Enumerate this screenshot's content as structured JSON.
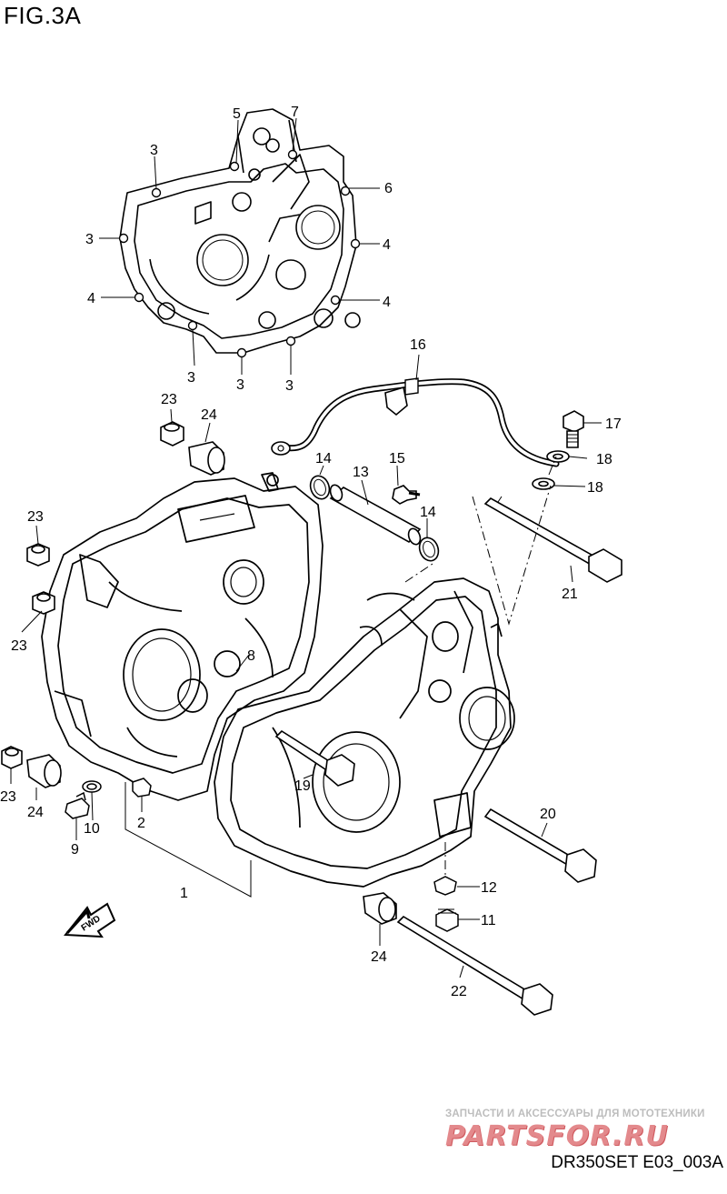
{
  "figure": {
    "title": "FIG.3A",
    "drawing_code": "DR350SET E03_003A"
  },
  "watermark": {
    "tagline": "ЗАПЧАСТИ И АКСЕССУАРЫ ДЛЯ МОТОТЕХНИКИ",
    "logo": "PARTSFOR.RU"
  },
  "direction_marker": {
    "text": "FWD"
  },
  "callouts": {
    "c1": "1",
    "c2": "2",
    "c3a": "3",
    "c3b": "3",
    "c3c": "3",
    "c3d": "3",
    "c3e": "3",
    "c4a": "4",
    "c4b": "4",
    "c4c": "4",
    "c5": "5",
    "c6": "6",
    "c7": "7",
    "c8": "8",
    "c9": "9",
    "c10": "10",
    "c11": "11",
    "c12": "12",
    "c13": "13",
    "c14a": "14",
    "c14b": "14",
    "c15": "15",
    "c16": "16",
    "c17": "17",
    "c18a": "18",
    "c18b": "18",
    "c19": "19",
    "c20": "20",
    "c21": "21",
    "c22": "22",
    "c23a": "23",
    "c23b": "23",
    "c23c": "23",
    "c23d": "23",
    "c24a": "24",
    "c24b": "24",
    "c24c": "24"
  }
}
